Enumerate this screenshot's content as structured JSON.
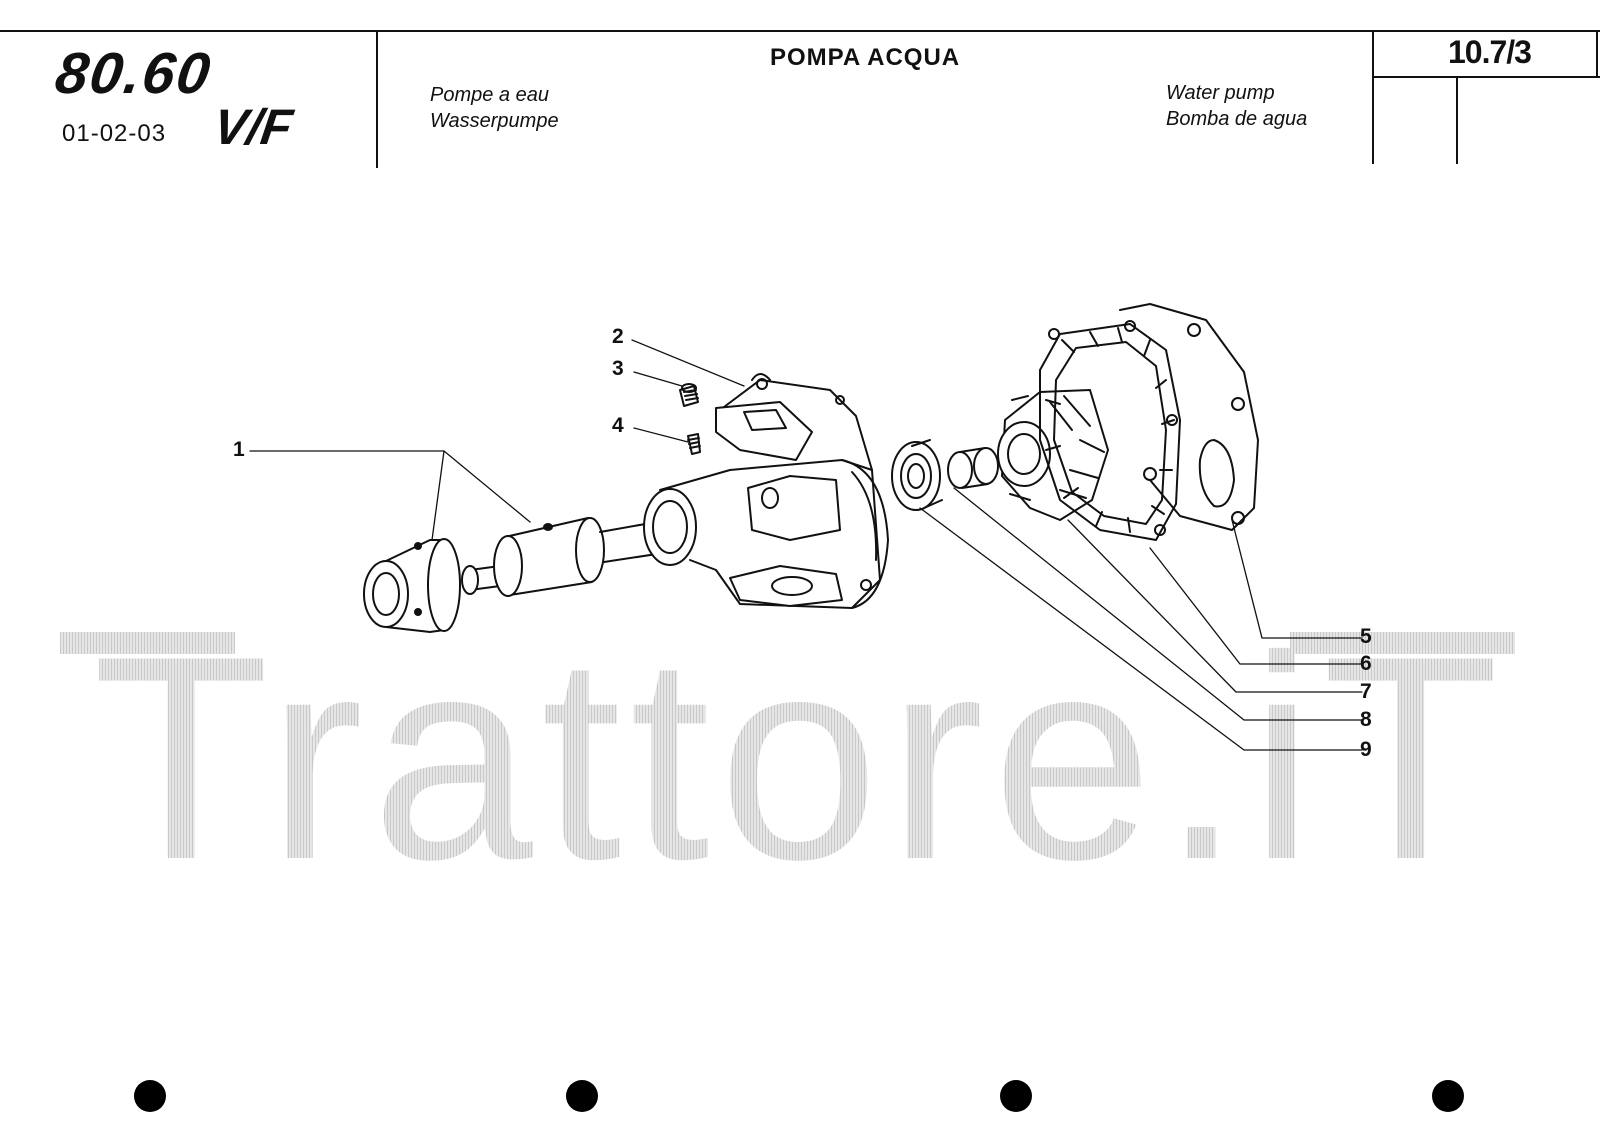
{
  "header": {
    "model_logo": "80.60",
    "model_variant": "V/F",
    "model_years": "01-02-03",
    "title": "POMPA ACQUA",
    "subtitle_fr": "Pompe a eau",
    "subtitle_de": "Wasserpumpe",
    "subtitle_en": "Water pump",
    "subtitle_es": "Bomba de agua",
    "page_number": "10.7/3"
  },
  "watermark": {
    "text": "Trattore.iT",
    "color": "#c8c8c8"
  },
  "callouts": [
    {
      "label": "1"
    },
    {
      "label": "2"
    },
    {
      "label": "3"
    },
    {
      "label": "4"
    },
    {
      "label": "5"
    },
    {
      "label": "6"
    },
    {
      "label": "7"
    },
    {
      "label": "8"
    },
    {
      "label": "9"
    }
  ],
  "colors": {
    "ink": "#111111",
    "paper": "#ffffff"
  }
}
